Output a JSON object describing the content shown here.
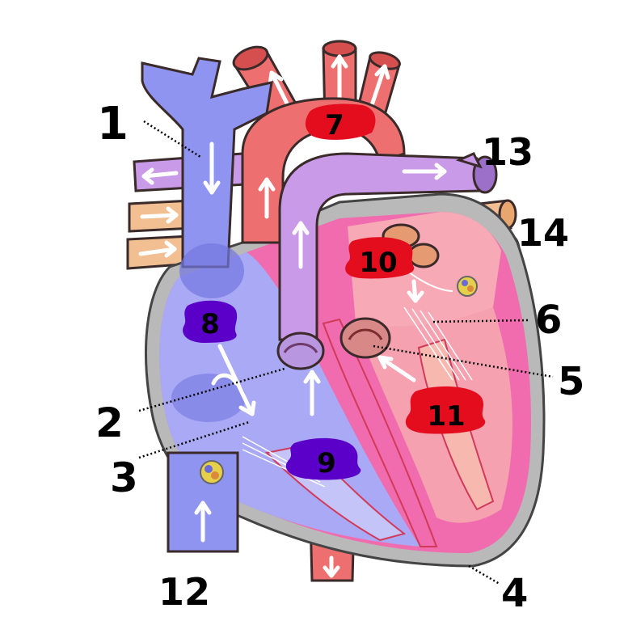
{
  "diagram": {
    "labels": {
      "l1": "1",
      "l2": "2",
      "l3": "3",
      "l4": "4",
      "l5": "5",
      "l6": "6",
      "l7": "7",
      "l8": "8",
      "l9": "9",
      "l10": "10",
      "l11": "11",
      "l12": "12",
      "l13": "13",
      "l14": "14"
    },
    "colors": {
      "deoxygenated_vessel": "#8f94f0",
      "oxygenated_vessel": "#ee6f6f",
      "pulmonary_artery": "#c89ae8",
      "pulmonary_vein": "#f2bf92",
      "right_chamber": "#a9a9f5",
      "left_chamber": "#f06cae",
      "heart_wall": "#b9b9b9",
      "right_label_blob": "#5a00c8",
      "left_label_blob": "#e30d1e"
    }
  }
}
